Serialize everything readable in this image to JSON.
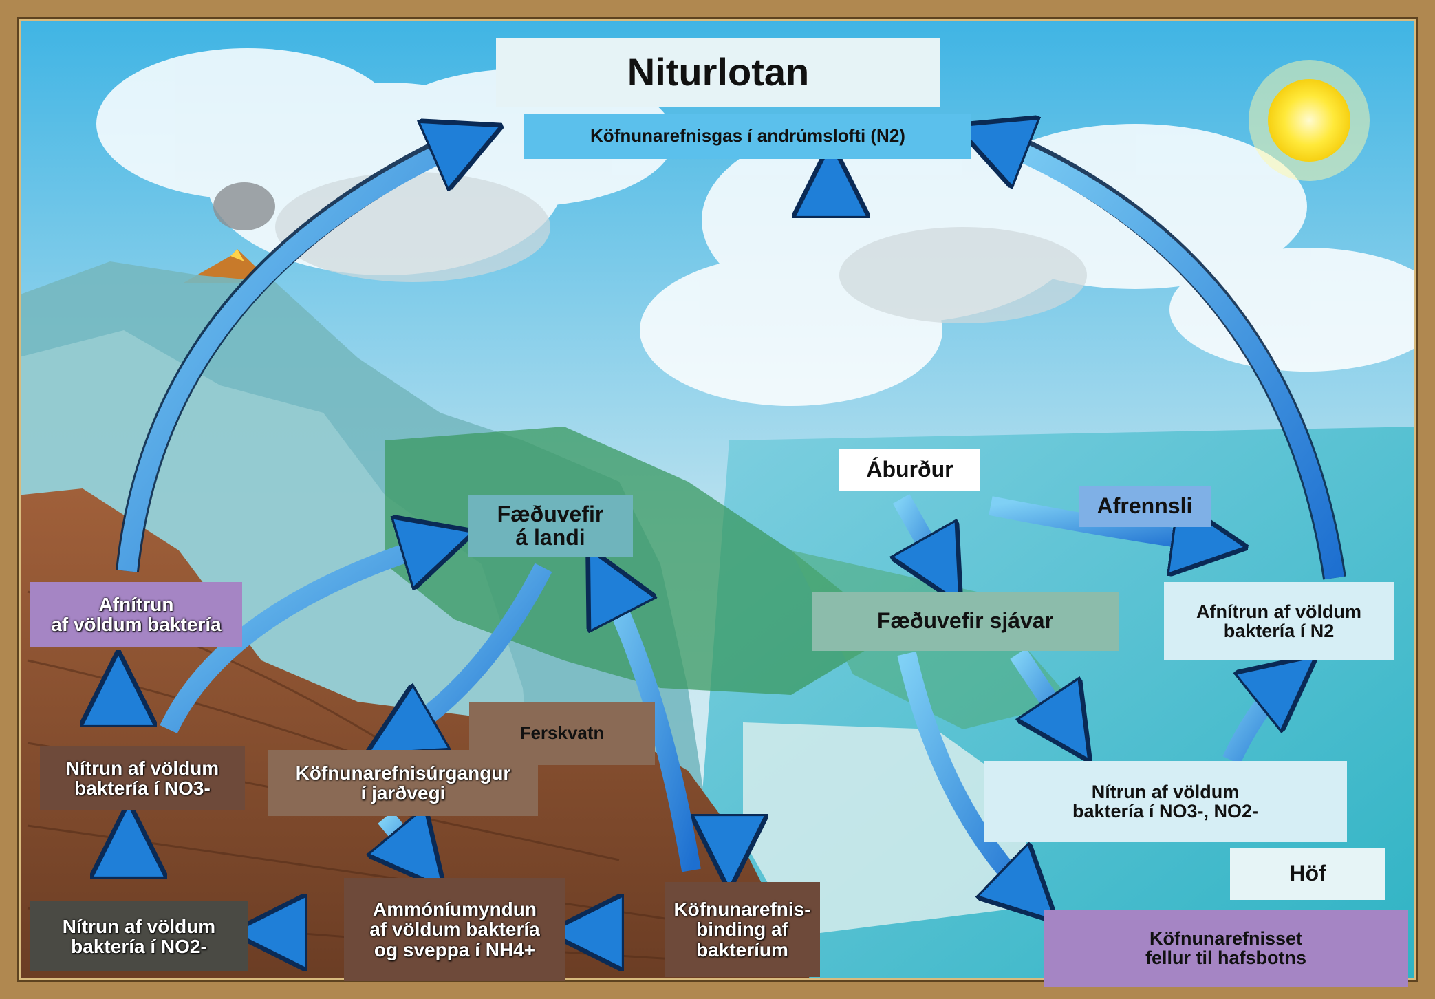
{
  "title": "Niturlotan",
  "colors": {
    "arrow": "#2a8fe0",
    "purple": "#a585c4",
    "brown": "#6e4a3a",
    "dark_gray": "#4a4a44",
    "sea_green": "#8cbcab",
    "light_blue": "#d6eef5"
  },
  "labels": {
    "atmosphere": "Köfnunarefnisgas í andrúmslofti (N2)",
    "food_web_land": "Fæðuvefir\ná landi",
    "fertilizer": "Áburður",
    "runoff": "Afrennsli",
    "food_web_sea": "Fæðuvefir sjávar",
    "denitrification_sea": "Afnítrun af völdum\nbaktería í N2",
    "denitrification_land": "Afnítrun\naf völdum baktería",
    "nitrification_no3": "Nítrun af völdum\nbaktería í NO3-",
    "soil_waste": "Köfnunarefnisúrgangur\ní jarðvegi",
    "freshwater": "Ferskvatn",
    "nitrification_sea": "Nítrun af völdum\nbaktería í NO3-, NO2-",
    "ocean": "Höf",
    "sediment": "Köfnunarefnisset\nfellur til hafsbotns",
    "nitrification_no2": "Nítrun af völdum\nbaktería í NO2-",
    "ammonification": "Ammóníumyndun\naf völdum baktería\nog sveppa í NH4+",
    "fixation": "Köfnunarefnis-\nbinding af\nbakteríum"
  }
}
